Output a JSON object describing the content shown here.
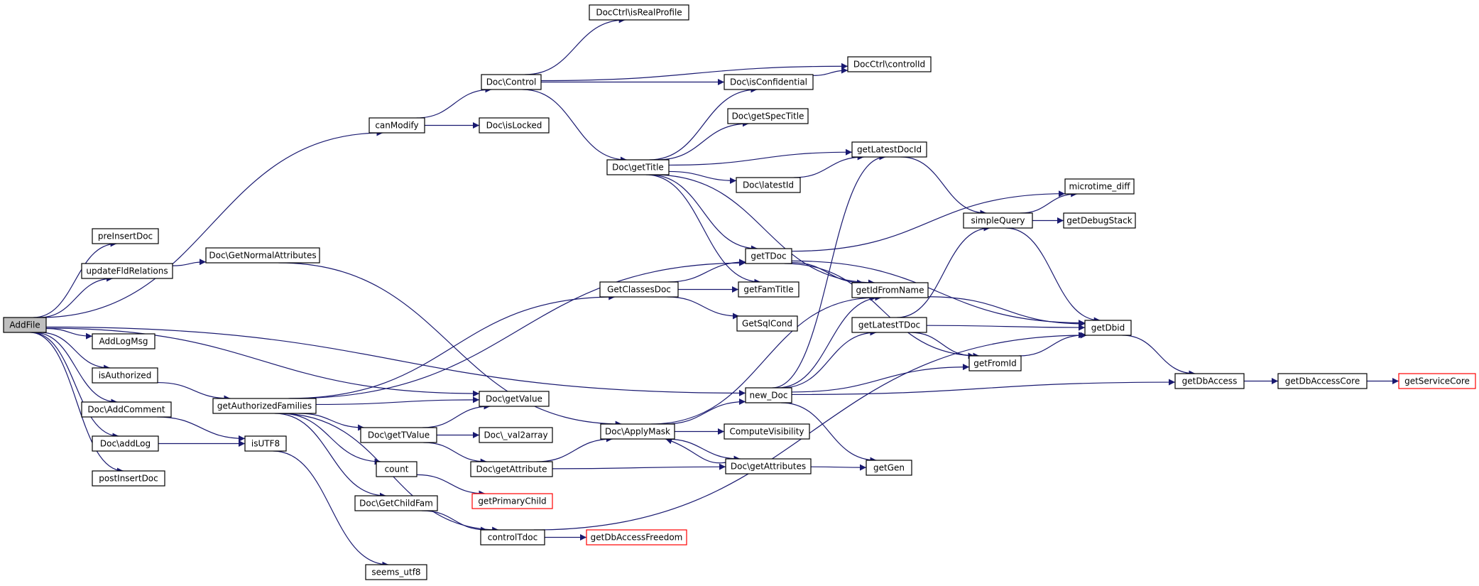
{
  "colors": {
    "edge": "#191970",
    "root_fill": "#bfbfbf",
    "truncated_border": "#ff0000",
    "node_border": "#000000"
  },
  "nodes": [
    {
      "id": "AddFile",
      "label": "AddFile",
      "kind": "root"
    },
    {
      "id": "canModify",
      "label": "canModify"
    },
    {
      "id": "preInsertDoc",
      "label": "preInsertDoc"
    },
    {
      "id": "updateFldRelations",
      "label": "updateFldRelations"
    },
    {
      "id": "AddLogMsg",
      "label": "AddLogMsg"
    },
    {
      "id": "isAuthorized",
      "label": "isAuthorized"
    },
    {
      "id": "DocAddComment",
      "label": "Doc\\AddComment"
    },
    {
      "id": "DocaddLog",
      "label": "Doc\\addLog"
    },
    {
      "id": "postInsertDoc",
      "label": "postInsertDoc"
    },
    {
      "id": "DocGetNormalAttributes",
      "label": "Doc\\GetNormalAttributes"
    },
    {
      "id": "getAuthorizedFamilies",
      "label": "getAuthorizedFamilies"
    },
    {
      "id": "isUTF8",
      "label": "isUTF8"
    },
    {
      "id": "seems_utf8",
      "label": "seems_utf8"
    },
    {
      "id": "DocControl",
      "label": "Doc\\Control"
    },
    {
      "id": "DocisLocked",
      "label": "Doc\\isLocked"
    },
    {
      "id": "DocgetTitle",
      "label": "Doc\\getTitle"
    },
    {
      "id": "GetClassesDoc",
      "label": "GetClassesDoc"
    },
    {
      "id": "DocgetValue",
      "label": "Doc\\getValue"
    },
    {
      "id": "DocgetTValue",
      "label": "Doc\\getTValue"
    },
    {
      "id": "count",
      "label": "count"
    },
    {
      "id": "DocGetChildFam",
      "label": "Doc\\GetChildFam"
    },
    {
      "id": "controlTdoc",
      "label": "controlTdoc"
    },
    {
      "id": "Doc_val2array",
      "label": "Doc\\_val2array"
    },
    {
      "id": "DocgetAttribute",
      "label": "Doc\\getAttribute"
    },
    {
      "id": "getPrimaryChild",
      "label": "getPrimaryChild",
      "kind": "truncated"
    },
    {
      "id": "getDbAccessFreedom",
      "label": "getDbAccessFreedom",
      "kind": "truncated"
    },
    {
      "id": "DocCtrlisRealProfile",
      "label": "DocCtrl\\isRealProfile"
    },
    {
      "id": "DocisConfidential",
      "label": "Doc\\isConfidential"
    },
    {
      "id": "DocgetSpecTitle",
      "label": "Doc\\getSpecTitle"
    },
    {
      "id": "DoclatestId",
      "label": "Doc\\latestId"
    },
    {
      "id": "getTDoc",
      "label": "getTDoc"
    },
    {
      "id": "getFamTitle",
      "label": "getFamTitle"
    },
    {
      "id": "GetSqlCond",
      "label": "GetSqlCond"
    },
    {
      "id": "DocApplyMask",
      "label": "Doc\\ApplyMask"
    },
    {
      "id": "new_Doc",
      "label": "new_Doc"
    },
    {
      "id": "ComputeVisibility",
      "label": "ComputeVisibility"
    },
    {
      "id": "DocgetAttributes",
      "label": "Doc\\getAttributes"
    },
    {
      "id": "DocCtrlcontrolId",
      "label": "DocCtrl\\controlId"
    },
    {
      "id": "getLatestDocId",
      "label": "getLatestDocId"
    },
    {
      "id": "getIdFromName",
      "label": "getIdFromName"
    },
    {
      "id": "getLatestTDoc",
      "label": "getLatestTDoc"
    },
    {
      "id": "getGen",
      "label": "getGen"
    },
    {
      "id": "simpleQuery",
      "label": "simpleQuery"
    },
    {
      "id": "getFromId",
      "label": "getFromId"
    },
    {
      "id": "microtime_diff",
      "label": "microtime_diff"
    },
    {
      "id": "getDebugStack",
      "label": "getDebugStack"
    },
    {
      "id": "getDbid",
      "label": "getDbid"
    },
    {
      "id": "getDbAccess",
      "label": "getDbAccess"
    },
    {
      "id": "getDbAccessCore",
      "label": "getDbAccessCore"
    },
    {
      "id": "getServiceCore",
      "label": "getServiceCore",
      "kind": "truncated"
    }
  ],
  "edges": [
    [
      "AddFile",
      "canModify"
    ],
    [
      "AddFile",
      "preInsertDoc"
    ],
    [
      "AddFile",
      "updateFldRelations"
    ],
    [
      "AddFile",
      "AddLogMsg"
    ],
    [
      "AddFile",
      "isAuthorized"
    ],
    [
      "AddFile",
      "DocAddComment"
    ],
    [
      "AddFile",
      "DocaddLog"
    ],
    [
      "AddFile",
      "postInsertDoc"
    ],
    [
      "AddFile",
      "new_Doc"
    ],
    [
      "AddFile",
      "DocgetValue"
    ],
    [
      "canModify",
      "DocControl"
    ],
    [
      "canModify",
      "DocisLocked"
    ],
    [
      "updateFldRelations",
      "DocGetNormalAttributes"
    ],
    [
      "DocGetNormalAttributes",
      "DocApplyMask"
    ],
    [
      "isAuthorized",
      "getAuthorizedFamilies"
    ],
    [
      "DocAddComment",
      "isUTF8"
    ],
    [
      "DocaddLog",
      "isUTF8"
    ],
    [
      "isUTF8",
      "seems_utf8"
    ],
    [
      "getAuthorizedFamilies",
      "getTDoc"
    ],
    [
      "getAuthorizedFamilies",
      "GetClassesDoc"
    ],
    [
      "getAuthorizedFamilies",
      "DocgetValue"
    ],
    [
      "getAuthorizedFamilies",
      "DocgetTValue"
    ],
    [
      "getAuthorizedFamilies",
      "count"
    ],
    [
      "getAuthorizedFamilies",
      "DocGetChildFam"
    ],
    [
      "getAuthorizedFamilies",
      "controlTdoc"
    ],
    [
      "DocControl",
      "DocCtrlisRealProfile"
    ],
    [
      "DocControl",
      "DocCtrlcontrolId"
    ],
    [
      "DocControl",
      "DocisConfidential"
    ],
    [
      "DocControl",
      "DocgetTitle"
    ],
    [
      "DocisConfidential",
      "DocCtrlcontrolId"
    ],
    [
      "DocgetTitle",
      "DocisConfidential"
    ],
    [
      "DocgetTitle",
      "DocgetSpecTitle"
    ],
    [
      "DocgetTitle",
      "getLatestDocId"
    ],
    [
      "DocgetTitle",
      "DoclatestId"
    ],
    [
      "DocgetTitle",
      "getTDoc"
    ],
    [
      "DocgetTitle",
      "getFamTitle"
    ],
    [
      "DocgetTitle",
      "getIdFromName"
    ],
    [
      "DoclatestId",
      "getLatestDocId"
    ],
    [
      "GetClassesDoc",
      "getTDoc"
    ],
    [
      "GetClassesDoc",
      "getFamTitle"
    ],
    [
      "GetClassesDoc",
      "GetSqlCond"
    ],
    [
      "DocgetTValue",
      "DocgetValue"
    ],
    [
      "DocgetTValue",
      "Doc_val2array"
    ],
    [
      "DocgetTValue",
      "DocgetAttribute"
    ],
    [
      "count",
      "getPrimaryChild"
    ],
    [
      "DocGetChildFam",
      "controlTdoc"
    ],
    [
      "controlTdoc",
      "getDbAccessFreedom"
    ],
    [
      "controlTdoc",
      "getDbid"
    ],
    [
      "DocgetAttribute",
      "DocApplyMask"
    ],
    [
      "DocgetAttribute",
      "DocgetAttributes"
    ],
    [
      "DocApplyMask",
      "new_Doc"
    ],
    [
      "DocApplyMask",
      "ComputeVisibility"
    ],
    [
      "DocApplyMask",
      "DocgetAttributes"
    ],
    [
      "DocApplyMask",
      "getIdFromName"
    ],
    [
      "DocgetAttributes",
      "DocApplyMask"
    ],
    [
      "DocgetAttributes",
      "getGen"
    ],
    [
      "new_Doc",
      "getLatestDocId"
    ],
    [
      "new_Doc",
      "getIdFromName"
    ],
    [
      "new_Doc",
      "getLatestTDoc"
    ],
    [
      "new_Doc",
      "getFromId"
    ],
    [
      "new_Doc",
      "getGen"
    ],
    [
      "new_Doc",
      "getDbAccess"
    ],
    [
      "getTDoc",
      "microtime_diff"
    ],
    [
      "getTDoc",
      "getIdFromName"
    ],
    [
      "getTDoc",
      "getDbid"
    ],
    [
      "getTDoc",
      "getFromId"
    ],
    [
      "getLatestDocId",
      "simpleQuery"
    ],
    [
      "getIdFromName",
      "getDbid"
    ],
    [
      "getLatestTDoc",
      "simpleQuery"
    ],
    [
      "getLatestTDoc",
      "getDbid"
    ],
    [
      "getLatestTDoc",
      "getFromId"
    ],
    [
      "simpleQuery",
      "microtime_diff"
    ],
    [
      "simpleQuery",
      "getDebugStack"
    ],
    [
      "simpleQuery",
      "getDbid"
    ],
    [
      "getFromId",
      "getDbid"
    ],
    [
      "getDbid",
      "getDbAccess"
    ],
    [
      "getDbAccess",
      "getDbAccessCore"
    ],
    [
      "getDbAccessCore",
      "getServiceCore"
    ]
  ]
}
